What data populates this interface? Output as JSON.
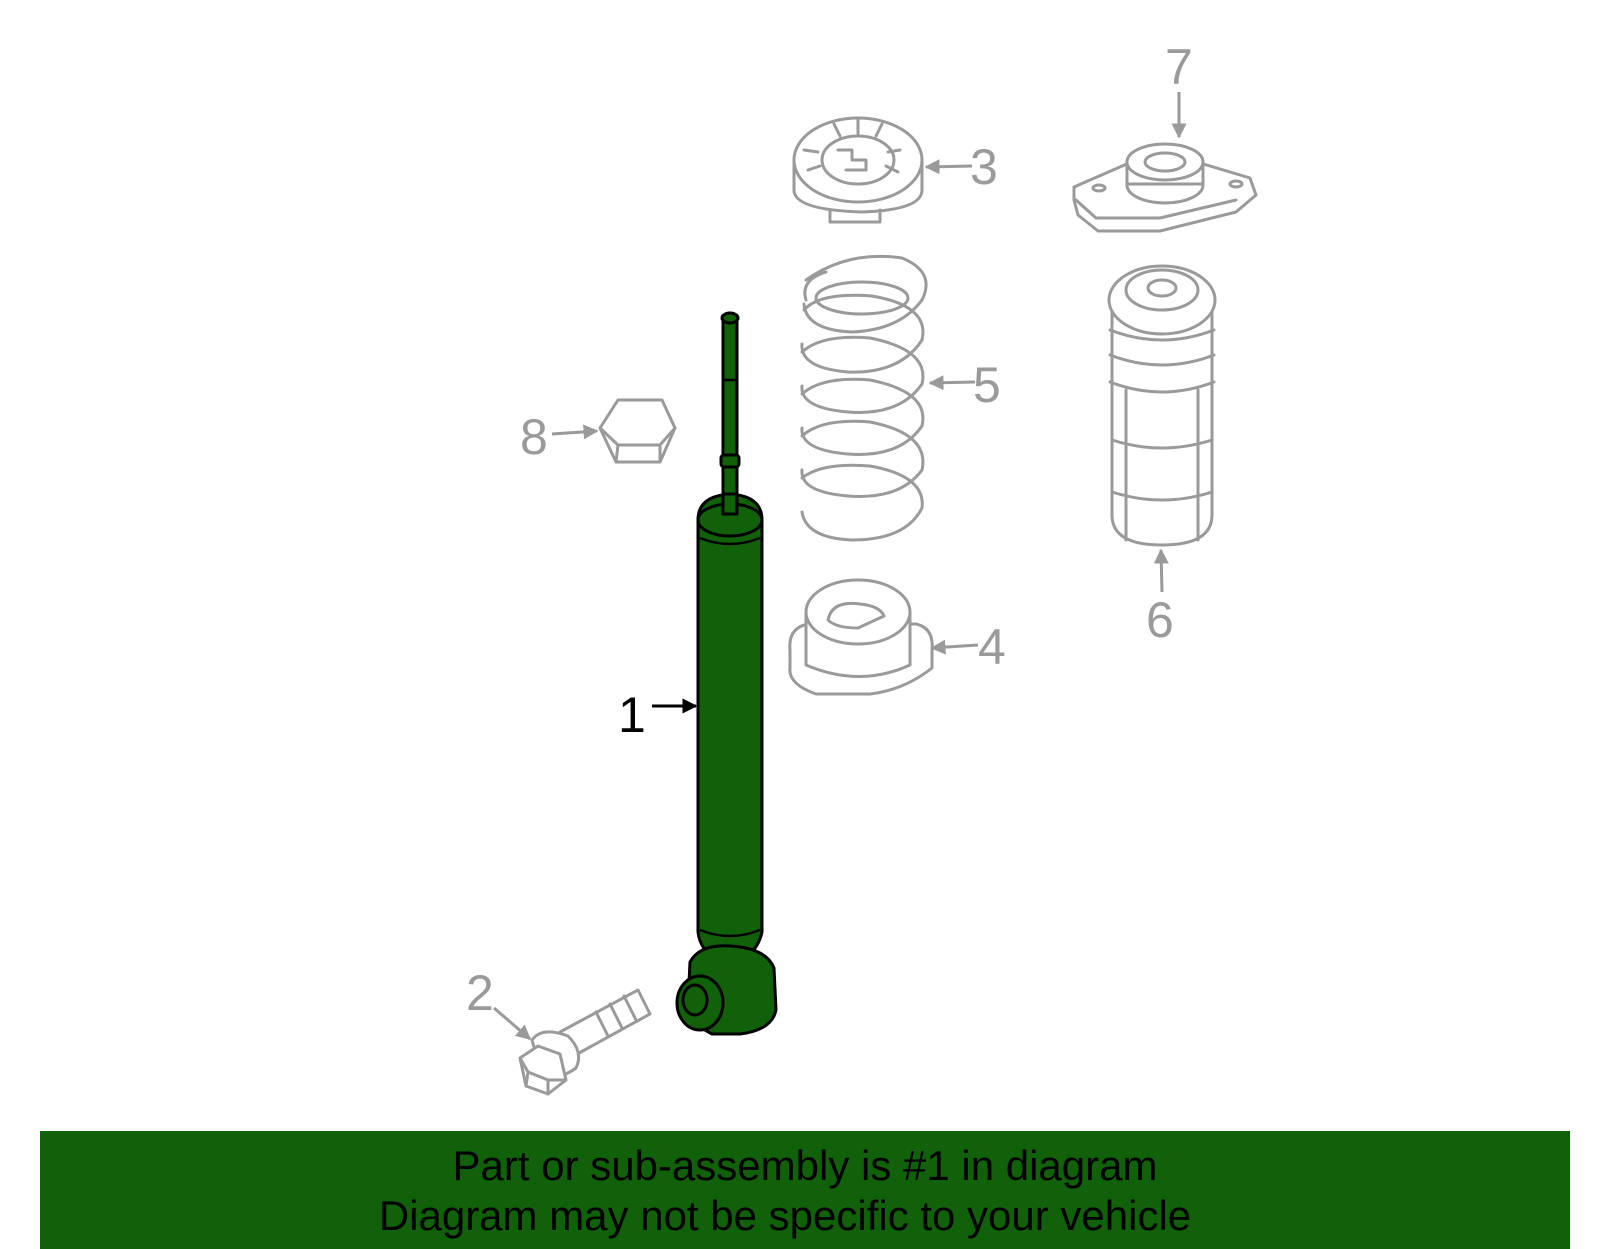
{
  "diagram": {
    "callouts": {
      "c1": "1",
      "c2": "2",
      "c3": "3",
      "c4": "4",
      "c5": "5",
      "c6": "6",
      "c7": "7",
      "c8": "8"
    },
    "highlight_color": "#11600a",
    "outline_color": "#9a9a9a"
  },
  "footer": {
    "line1": "Part or sub-assembly is #1 in diagram",
    "line2": "Diagram may not be specific to your vehicle",
    "background": "#11600a"
  }
}
